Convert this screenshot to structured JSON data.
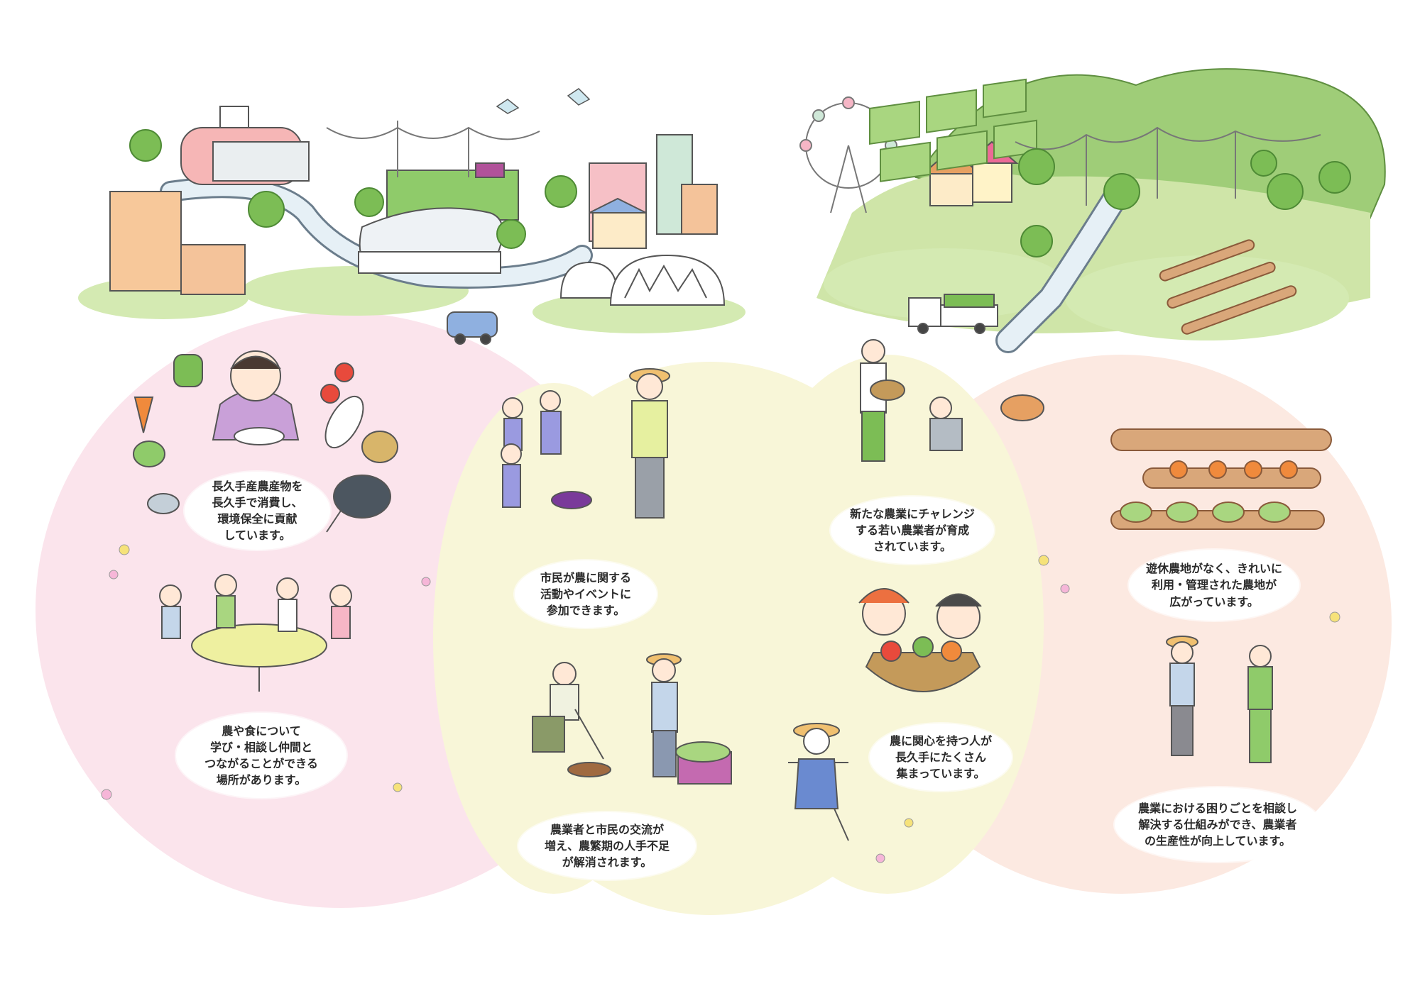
{
  "colors": {
    "zone_pink": "#fbe4ec",
    "zone_yellow": "#f8f6d8",
    "zone_peach": "#fce9e1",
    "grass": "#cfe5a8",
    "hill": "#9fcd78",
    "tree": "#7cbd55",
    "river": "#e6f0f6",
    "road_outline": "#6b7d8c"
  },
  "bubbles": {
    "local_consumption": [
      "長久手産農産物を",
      "長久手で消費し、",
      "環境保全に貢献",
      "しています。"
    ],
    "learning_place": [
      "農や食について",
      "学び・相談し仲間と",
      "つながることができる",
      "場所があります。"
    ],
    "citizen_events": [
      "市民が農に関する",
      "活動やイベントに",
      "参加できます。"
    ],
    "exchange": [
      "農業者と市民の交流が",
      "増え、農繁期の人手不足",
      "が解消されます。"
    ],
    "young_farmers": [
      "新たな農業にチャレンジ",
      "する若い農業者が育成",
      "されています。"
    ],
    "interest": [
      "農に関心を持つ人が",
      "長久手にたくさん",
      "集まっています。"
    ],
    "farmland": [
      "遊休農地がなく、きれいに",
      "利用・管理された農地が",
      "広がっています。"
    ],
    "productivity": [
      "農業における困りごとを相談し",
      "解決する仕組みができ、農業者",
      "の生産性が向上しています。"
    ]
  }
}
